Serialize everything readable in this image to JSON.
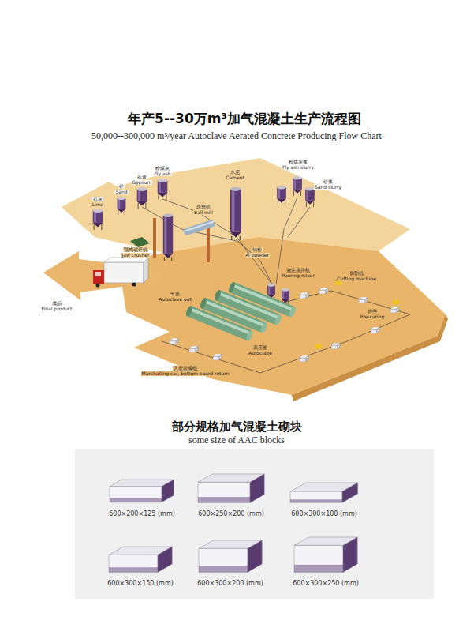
{
  "diagram": {
    "title": "年产5--30万m³加气混凝土生产流程图",
    "nodes": [
      {
        "text": [
          "600×200×125 (mm)"
        ]
      },
      {
        "text": [
          "600×250×200 (mm)"
        ]
      },
      {
        "text": [
          "600×300×100 (mm)"
        ]
      },
      {
        "text": [
          "600×300×150 (mm)"
        ]
      },
      {
        "text": [
          "600×300×200 (mm)"
        ]
      },
      {
        "text": [
          "600×300×250 (mm)"
        ]
      }
    ],
    "labels": [
      "50,000--300,000 m³/year Autoclave Aerated Concrete Producing Flow Chart",
      "部分规格加气混凝土砌块",
      "some size of AAC blocks",
      "粉煤灰",
      "Fly ash",
      "石膏",
      "Gypsum",
      "砂",
      "Sand",
      "石灰",
      "Lime",
      "水泥",
      "Cement",
      "粉煤灰浆",
      "Fly ash slurry",
      "砂浆",
      "Sand slurry",
      "球磨机",
      "Ball mill",
      "颚式破碎机",
      "Jaw crusher",
      "铝粉",
      "Al powder",
      "浇注搅拌机",
      "Pouring mixer",
      "成品",
      "Final product",
      "出釜",
      "Autoclave out",
      "切割机",
      "Cutting machine",
      "静停",
      "Pre-curing",
      "蒸压釜",
      "Autoclave",
      "入釜前编组",
      "Marshalling car, bottom board return"
    ]
  }
}
